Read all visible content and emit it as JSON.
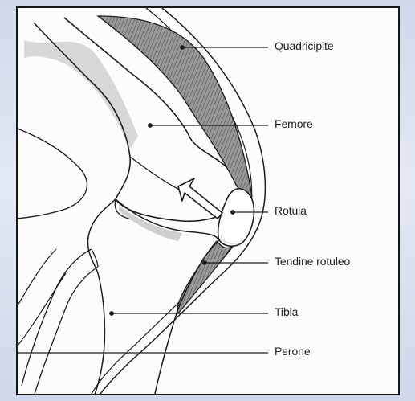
{
  "labels": {
    "quadricipite": "Quadricipite",
    "femore": "Femore",
    "rotula": "Rotula",
    "tendine": "Tendine rotuleo",
    "tibia": "Tibia",
    "perone": "Perone"
  },
  "colors": {
    "background": "#d6dfee",
    "paper": "#fcfcfb",
    "ink": "#1c1c1c",
    "muscle": "#8a8a8a",
    "bone_shade": "#cfcfcf"
  }
}
